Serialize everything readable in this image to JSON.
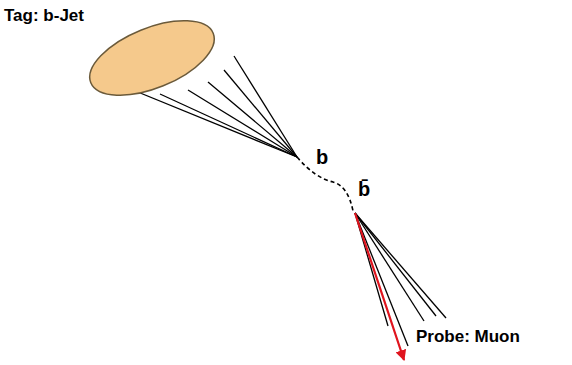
{
  "diagram": {
    "labels": [
      "Tag: b-Jet",
      "b",
      "b̄",
      "Probe: Muon"
    ]
  }
}
